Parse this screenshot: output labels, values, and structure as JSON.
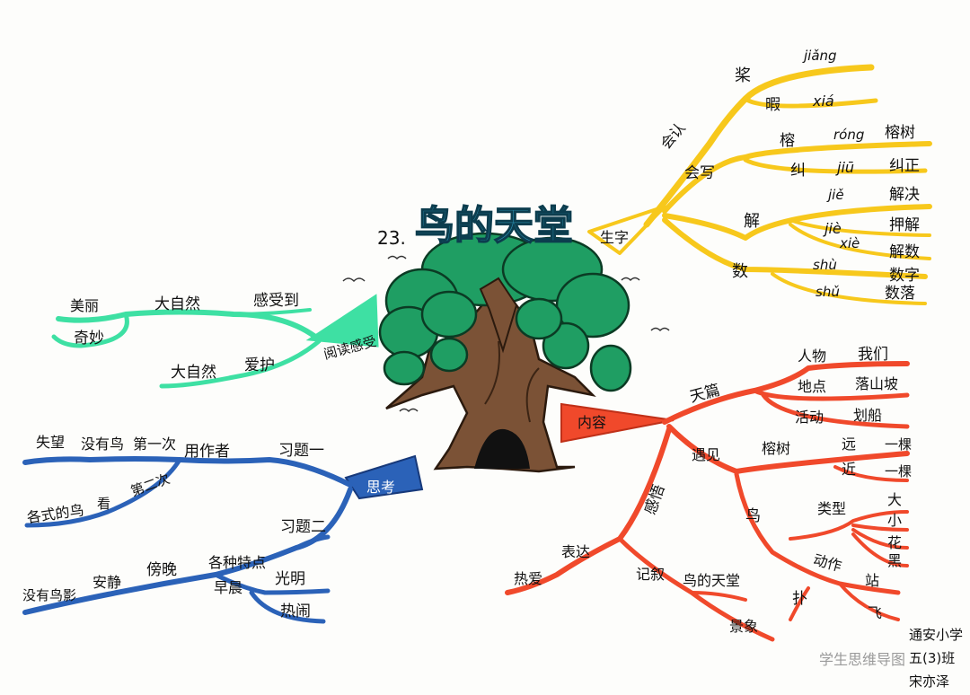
{
  "title": {
    "number": "23.",
    "main": "鸟的天堂"
  },
  "watermark": "学生思维导图",
  "signature": {
    "school": "通安小学",
    "class": "五(3)班",
    "name": "宋亦泽"
  },
  "colors": {
    "yellow": "#f7c81c",
    "red": "#f0492b",
    "green": "#3ee0a3",
    "blue": "#2b62b8",
    "trunk": "#7b5236",
    "leaf": "#1f9e63"
  },
  "branches": {
    "shengzi": {
      "label": "生字",
      "huixie": "会写",
      "huidu": "会认",
      "jiang": "桨",
      "jiang_py": "jiǎng",
      "xia": "暇",
      "xia_py": "xiá",
      "rong": "榕",
      "rong_py": "róng",
      "rong_word": "榕树",
      "jiu": "纠",
      "jiu_py": "jiū",
      "jiu_word": "纠正",
      "jie": "解",
      "jie1_py": "jiě",
      "jie1_word": "解决",
      "jie2_py": "jiè",
      "jie2_word": "押解",
      "jie3_py": "xiè",
      "jie3_word": "解数",
      "shu": "数",
      "shu1_py": "shù",
      "shu1_word": "数字",
      "shu2_py": "shǔ",
      "shu2_word": "数落"
    },
    "neirong": {
      "label": "内容",
      "tianpian": "天篇",
      "renwu": "人物",
      "renwu_val": "我们",
      "didian": "地点",
      "didian_val": "落山坡",
      "huodong": "活动",
      "huodong_val": "划船",
      "yujian": "遇见",
      "rongshu": "榕树",
      "yuan": "远",
      "yuan_val": "一棵",
      "jin": "近",
      "jin_val": "一棵",
      "niao": "鸟",
      "leixing": "类型",
      "da": "大",
      "xiao": "小",
      "hua": "花",
      "hei": "黑",
      "dongzuo": "动作",
      "zhan": "站",
      "pu": "扑",
      "fei": "飞",
      "ganshou": "感悟",
      "biaoda": "表达",
      "reai": "热爱",
      "jixu": "记叙",
      "niaodetiantang": "鸟的天堂",
      "jingxiang": "景象"
    },
    "yuedu": {
      "label": "阅读感受",
      "ganshoudao": "感受到",
      "daziran1": "大自然",
      "meili": "美丽",
      "qimiao": "奇妙",
      "daziran2": "大自然",
      "aihu": "爱护"
    },
    "sikao": {
      "label": "思考",
      "xiti1": "习题一",
      "tongzhuozhe": "用作者",
      "diyici": "第一次",
      "meiyou": "没有鸟",
      "shiwang": "失望",
      "dierci": "第二次",
      "xiti2": "习题二",
      "geshi": "各式的鸟",
      "kan": "看",
      "gezhongtedian": "各种特点",
      "bangwan": "傍晚",
      "anjing": "安静",
      "meiyouniao": "没有鸟影",
      "zaochen": "早晨",
      "guangming": "光明",
      "renao": "热闹"
    }
  }
}
